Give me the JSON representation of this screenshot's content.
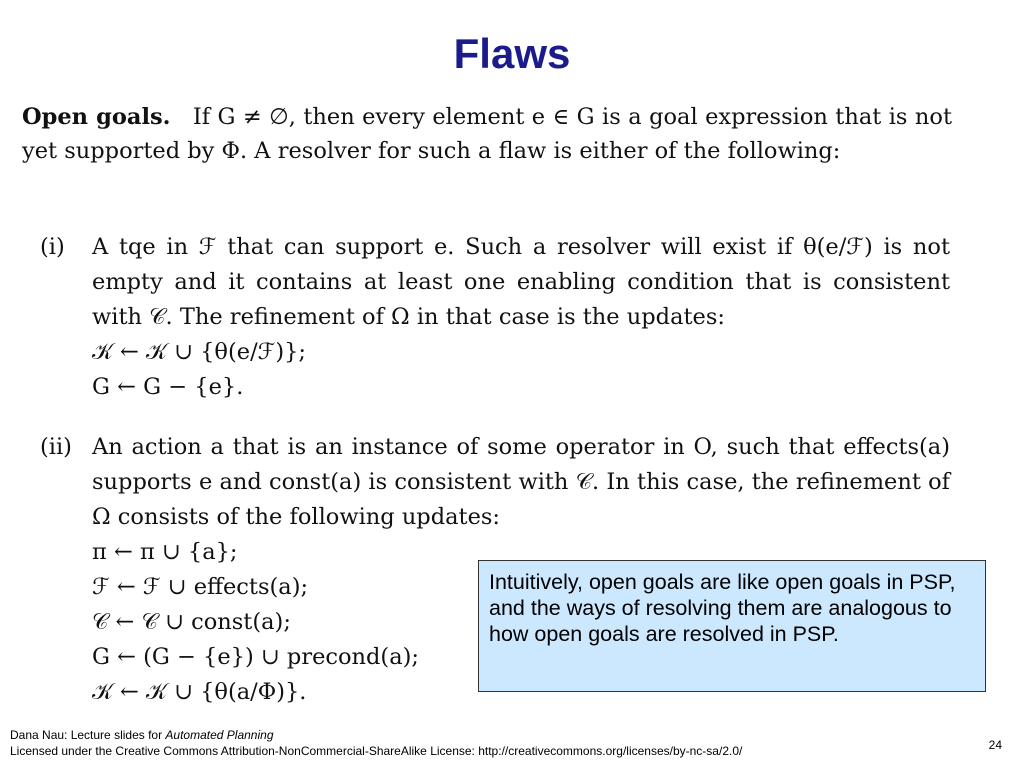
{
  "title": "Flaws",
  "open_goals": {
    "heading": "Open goals.",
    "text": "If G ≠ ∅, then every element e ∈ G is a goal expression that is not yet supported by Φ.  A resolver for such a flaw is either of the following:"
  },
  "item_i": {
    "label": "(i)",
    "text": "A tqe in ℱ that can support e.  Such a resolver will exist if θ(e/ℱ) is not empty and it contains at least one enabling condition that is consistent with 𝒞.  The refinement of Ω in that case is the updates:",
    "updates": [
      "𝒦 ← 𝒦 ∪ {θ(e/ℱ)};",
      "G ← G − {e}."
    ]
  },
  "item_ii": {
    "label": "(ii)",
    "text": "An action a that is an instance of some operator in O, such that effects(a) supports e and const(a) is consistent with 𝒞.  In this case, the refinement of Ω consists of the following updates:",
    "updates": [
      "π ← π ∪ {a};",
      "ℱ ← ℱ ∪ effects(a);",
      "𝒞 ← 𝒞 ∪ const(a);",
      "G ← (G − {e}) ∪ precond(a);",
      "𝒦 ← 𝒦 ∪ {θ(a/Φ)}."
    ]
  },
  "note": "Intuitively, open goals are like open goals in PSP, and the ways of resolving them are analogous to how open goals are resolved in PSP.",
  "footer": {
    "prefix": "Dana Nau: Lecture slides for ",
    "book": "Automated Planning",
    "license": "Licensed under the Creative Commons Attribution-NonCommercial-ShareAlike License: http://creativecommons.org/licenses/by-nc-sa/2.0/"
  },
  "page_number": "24"
}
